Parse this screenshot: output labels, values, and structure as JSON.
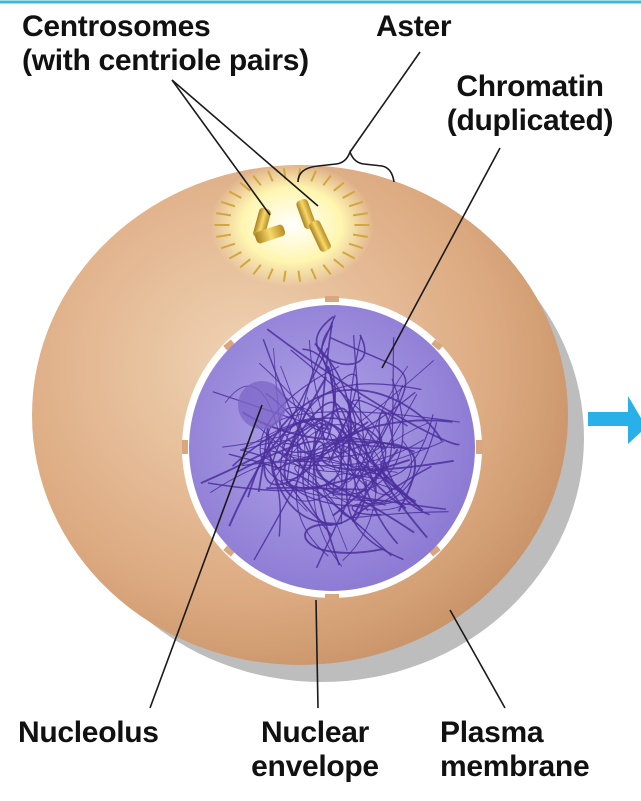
{
  "labels": {
    "centrosomes_line1": "Centrosomes",
    "centrosomes_line2": "(with centriole pairs)",
    "aster": "Aster",
    "chromatin_line1": "Chromatin",
    "chromatin_line2": "(duplicated)",
    "nucleolus": "Nucleolus",
    "nuclear_envelope_line1": "Nuclear",
    "nuclear_envelope_line2": "envelope",
    "plasma_membrane_line1": "Plasma",
    "plasma_membrane_line2": "membrane"
  },
  "colors": {
    "cytoplasm": "#d9a77e",
    "cytoplasm_light": "#f0d3b4",
    "cell_shadow": "#b9b9b9",
    "nucleoplasm": "#9f8fdc",
    "chromatin": "#4b2f9c",
    "aster_glow": "#fff6b0",
    "centriole": "#e0b53a",
    "top_rule": "#3db8d6",
    "arrow": "#2ab0e8"
  }
}
